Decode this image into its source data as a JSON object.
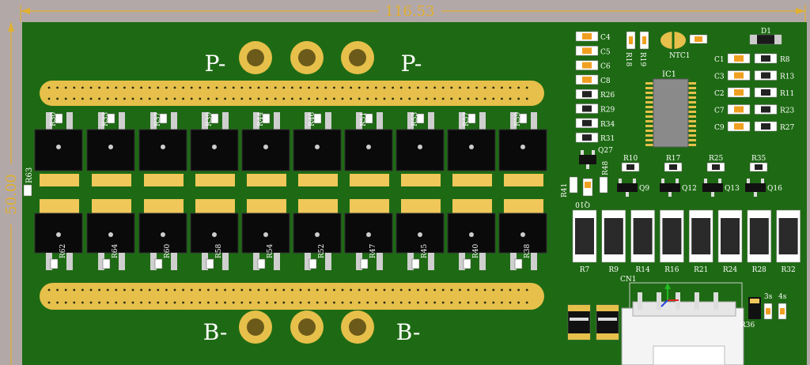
{
  "dimensions": {
    "width_label": "116.53",
    "height_label": "50.00"
  },
  "pads": {
    "top_left": "P-",
    "top_right": "P-",
    "bottom_left": "B-",
    "bottom_right": "B-"
  },
  "top_mosfet_labels": [
    "R30",
    "R33",
    "R37",
    "R39",
    "R44",
    "R46",
    "R51",
    "R53",
    "R57",
    "R59"
  ],
  "bottom_mosfet_labels": [
    "R62",
    "R64",
    "R60",
    "R58",
    "R54",
    "R52",
    "R47",
    "R45",
    "R40",
    "R38"
  ],
  "side_resistor_label": "R63",
  "ic": {
    "name": "IC1"
  },
  "left_caps": [
    "C4",
    "C5",
    "C6",
    "C8",
    "R26",
    "R29",
    "R34",
    "R31"
  ],
  "r18": "R18",
  "r19": "R19",
  "ntc": "NTC1",
  "diode": "D1",
  "right_caps": [
    {
      "c": "C1",
      "r": "R8"
    },
    {
      "c": "C3",
      "r": "R13"
    },
    {
      "c": "C2",
      "r": "R11"
    },
    {
      "c": "C7",
      "r": "R23"
    },
    {
      "c": "C9",
      "r": "R27"
    }
  ],
  "transistors": {
    "q27": "Q27",
    "r48": "R48",
    "r41": "R41",
    "q10": "Q10",
    "r10": "R10",
    "q9": "Q9",
    "r17": "R17",
    "q12": "Q12",
    "r25": "R25",
    "q13": "Q13",
    "r35": "R35",
    "q16": "Q16"
  },
  "shunt_resistors": [
    "R7",
    "R9",
    "R14",
    "R16",
    "R21",
    "R24",
    "R28",
    "R32"
  ],
  "connector": {
    "name": "CN1",
    "r36": "R36",
    "s3": "3s",
    "s4": "4s"
  },
  "colors": {
    "board": "#1e6a14",
    "gold": "#e6c04a",
    "mosfet": "#0a0a0a",
    "pad": "#f0c85a",
    "silk": "#ffffff",
    "dim": "#e0b030"
  }
}
